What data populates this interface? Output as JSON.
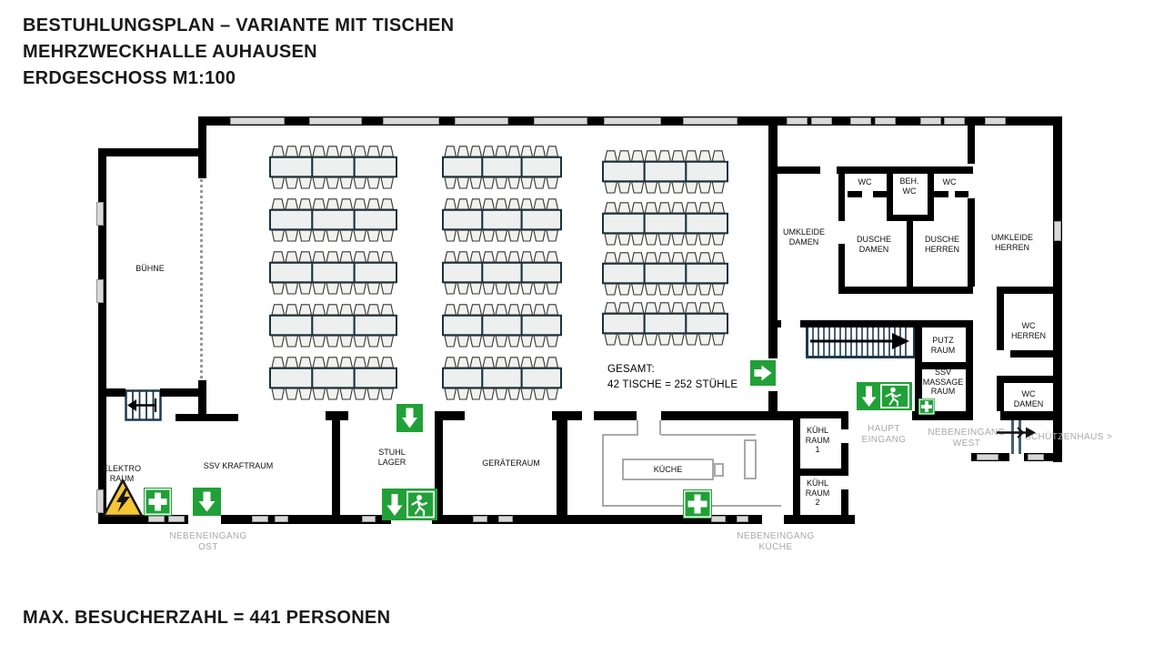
{
  "title": {
    "line1": "BESTUHLUNGSPLAN – VARIANTE MIT TISCHEN",
    "line2": "MEHRZWECKHALLE AUHAUSEN",
    "line3": "ERDGESCHOSS M1:100"
  },
  "footer": "MAX. BESUCHERZAHL = 441 PERSONEN",
  "summary": {
    "heading": "GESAMT:",
    "detail": "42 TISCHE = 252 STÜHLE"
  },
  "rooms": {
    "buehne": "BÜHNE",
    "elektro": "ELEKTRO\nRAUM",
    "kraftraum": "SSV KRAFTRAUM",
    "stuhllager": "STUHL\nLAGER",
    "geraeteraum": "GERÄTERAUM",
    "kueche": "KÜCHE",
    "kuehlraum1": "KÜHL\nRAUM\n1",
    "kuehlraum2": "KÜHL\nRAUM\n2",
    "umkleide_damen": "UMKLEIDE\nDAMEN",
    "wc_1": "WC",
    "beh_wc": "BEH.\nWC",
    "wc_2": "WC",
    "dusche_damen": "DUSCHE\nDAMEN",
    "dusche_herren": "DUSCHE\nHERREN",
    "umkleide_herren": "UMKLEIDE\nHERREN",
    "wc_herren": "WC\nHERREN",
    "putzraum": "PUTZ\nRAUM",
    "massage": "SSV\nMASSAGE\nRAUM",
    "wc_damen": "WC\nDAMEN"
  },
  "entrances": {
    "ost": "NEBENEINGANG\nOST",
    "haupt": "HAUPT\nEINGANG",
    "west": "NEBENEINGANG\nWEST",
    "kueche": "NEBENEINGANG\nKÜCHE",
    "schuetzenhaus": "SCHÜTZENHAUS >"
  },
  "seating": {
    "total_tables": 42,
    "total_chairs": 252,
    "tables_per_group": 3,
    "chairs_per_table": 6,
    "columns": [
      {
        "rows": 5
      },
      {
        "rows": 5
      },
      {
        "rows": 4
      }
    ]
  },
  "colors": {
    "wall": "#000000",
    "exit_green": "#21a038",
    "hazard_yellow": "#f5c636",
    "window_gray": "#d9d9d9",
    "fixture_gray": "#a9a9a9",
    "stairs_navy": "#1b3a4d",
    "table_fill": "#edf0ef",
    "label_gray": "#a9a9a9"
  }
}
